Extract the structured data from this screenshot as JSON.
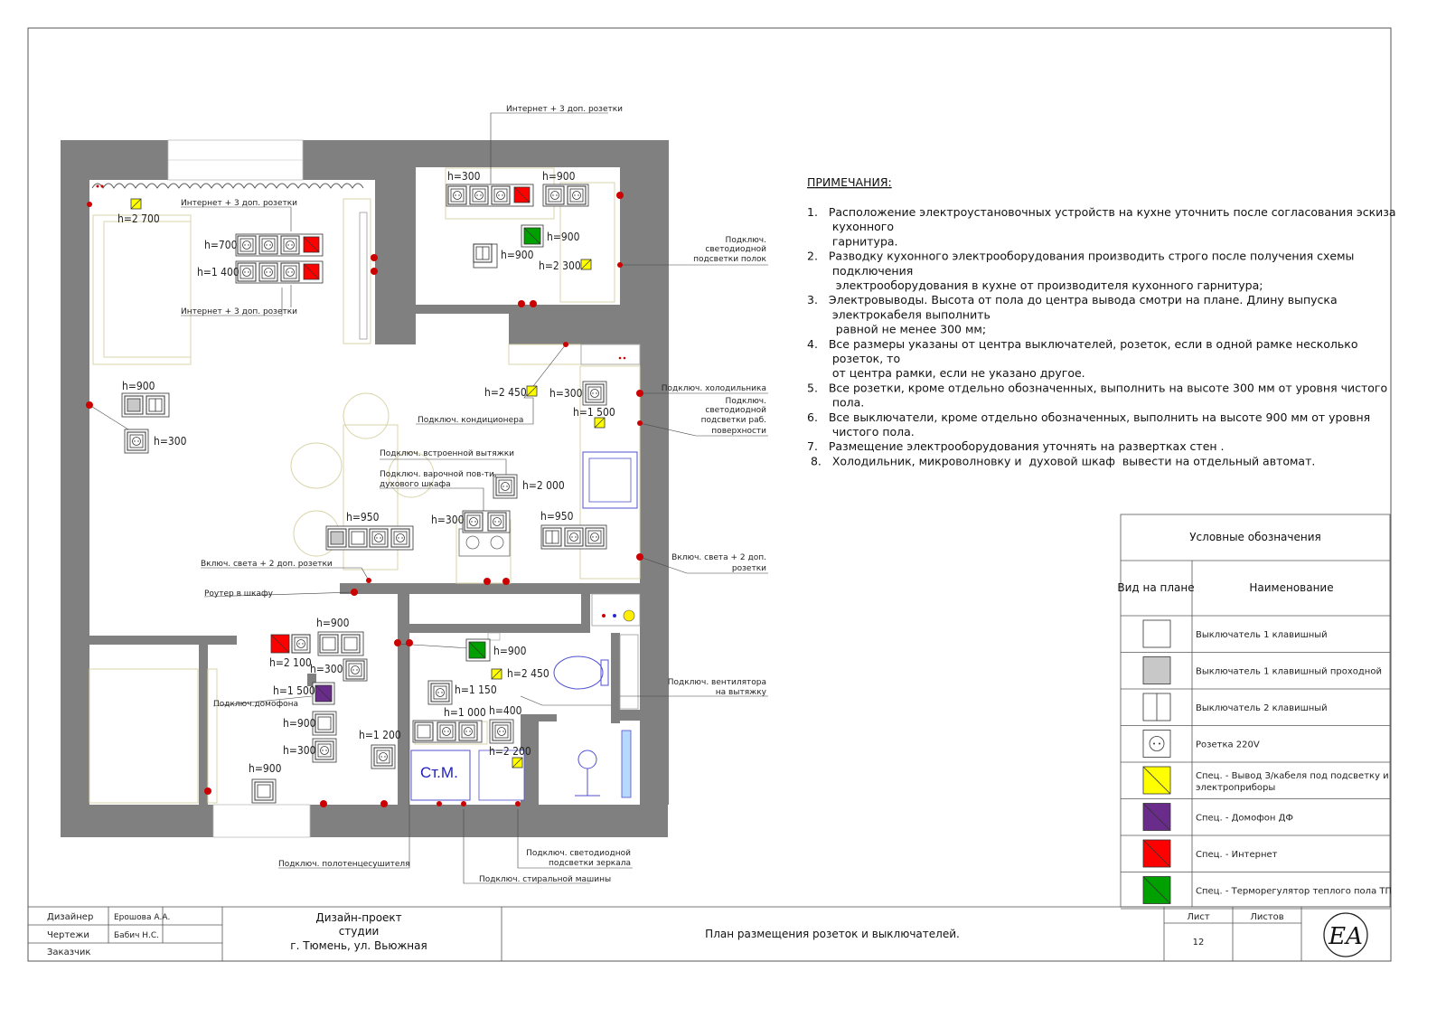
{
  "notes": {
    "title": "ПРИМЕЧАНИЯ:",
    "lines": [
      "1.   Расположение электроустановочных устройств на кухне уточнить после согласования эскиза",
      "       кухонного",
      "       гарнитура.",
      "2.   Разводку кухонного электрооборудования производить строго после получения схемы",
      "       подключения",
      "        электрооборудования в кухне от производителя кухонного гарнитура;",
      "3.   Электровыводы. Высота от пола до центра вывода смотри на плане. Длину выпуска",
      "       электрокабеля выполнить",
      "        равной не менее 300 мм;",
      "4.   Все размеры указаны от центра выключателей, розеток, если в одной рамке несколько",
      "       розеток, то",
      "       от центра рамки, если не указано другое.",
      "5.   Все розетки, кроме отдельно обозначенных, выполнить на высоте 300 мм от уровня чистого",
      "       пола.",
      "6.   Все выключатели, кроме отдельно обозначенных, выполнить на высоте 900 мм от уровня",
      "       чистого пола.",
      "7.   Размещение электрооборудования уточнять на развертках стен .",
      " 8.   Холодильник, микроволновку и  духовой шкаф  вывести на отдельный автомат."
    ]
  },
  "legend": {
    "title": "Условные обозначения",
    "col_view": "Вид на плане",
    "col_name": "Наименование",
    "items": [
      {
        "name": "Выключатель 1 клавишный",
        "symbol": "switch1",
        "fill": "#ffffff"
      },
      {
        "name": "Выключатель 1 клавишный проходной",
        "symbol": "switch1p",
        "fill": "#c8c8c8"
      },
      {
        "name": "Выключатель 2 клавишный",
        "symbol": "switch2",
        "fill": "#ffffff"
      },
      {
        "name": "Розетка 220V",
        "symbol": "socket",
        "fill": "#ffffff"
      },
      {
        "name": "Спец. - Вывод З/кабеля под подсветку и электроприборы",
        "name2": "электроприборы",
        "symbol": "special",
        "fill": "#ffff00"
      },
      {
        "name": "Спец. - Домофон ДФ",
        "symbol": "special",
        "fill": "#6a2c8a"
      },
      {
        "name": "Спец. - Интернет",
        "symbol": "special",
        "fill": "#ff0000"
      },
      {
        "name": "Спец. - Терморегулятор теплого пола ТП",
        "symbol": "special",
        "fill": "#00a000"
      }
    ]
  },
  "titleblock": {
    "role1": "Дизайнер",
    "name1": "Ерошова А.А.",
    "role2": "Чертежи",
    "name2": "Бабич Н.С.",
    "role3": "Заказчик",
    "project_l1": "Дизайн-проект",
    "project_l2": "студии",
    "project_l3": "г. Тюмень, ул. Вьюжная",
    "sheet_title": "План размещения розеток и выключателей.",
    "list_label": "Лист",
    "lists_label": "Листов",
    "sheet_no": "12",
    "logo": "EA"
  },
  "labels": {
    "top_internet": "Интернет + 3 доп. розетки",
    "living_internet1": "Интернет + 3 доп. розетки",
    "living_internet2": "Интернет + 3 доп. розетки",
    "h2700": "h=2 700",
    "h700": "h=700",
    "h1400": "h=1 400",
    "k_h300": "h=300",
    "k_h900": "h=900",
    "k_h900b": "h=900",
    "k_h900c": "h=900",
    "k_h2300": "h=2 300",
    "shelf_light": [
      "Подключ.",
      "светодиодной",
      "подсветки полок"
    ],
    "l_h900": "h=900",
    "l_h300": "h=300",
    "h2450": "h=2 450",
    "ac": "Подключ. кондиционера",
    "fridge_h300": "h=300",
    "fridge": "Подключ. холодильника",
    "work_light": [
      "Подключ.",
      "светодиодной",
      "подсветки раб.",
      "поверхности"
    ],
    "h1500": "h=1 500",
    "hood": "Подключ. встроенной вытяжки",
    "cooktop": [
      "Подключ. варочной пов-ти,",
      "духового шкафа"
    ],
    "h2000": "h=2 000",
    "c_h950": "h=950",
    "c_h300": "h=300",
    "r_h950": "h=950",
    "light_left": "Включ. света + 2 доп. розетки",
    "light_right": [
      "Включ. света + 2 доп.",
      "розетки"
    ],
    "router": "Роутер в шкафу",
    "hall_h900": "h=900",
    "hall_h2100": "h=2 100",
    "hall_h300": "h=300",
    "hall_h1500": "h=1 500",
    "intercom": "Подключ.домофона",
    "hall_h900b": "h=900",
    "hall_h300b": "h=300",
    "hall_h1200": "h=1 200",
    "hall_h900c": "h=900",
    "bath_h900": "h=900",
    "bath_h2450": "h=2 450",
    "fan": [
      "Подключ. вентилятора",
      "на вытяжку"
    ],
    "bath_h1150": "h=1 150",
    "bath_h1000": "h=1 000",
    "bath_h400": "h=400",
    "bath_h2200": "h=2 200",
    "washer_text": "Ст.М.",
    "towel": "Подключ. полотенцесушителя",
    "mirror": [
      "Подключ. светодиодной",
      "подсветки зеркала"
    ],
    "washer": "Подключ. стиральной машины"
  },
  "colors": {
    "wall": "#808080",
    "point": "#cc0000",
    "internet": "#ff0000",
    "special": "#ffff00",
    "intercom": "#6a2c8a",
    "thermo": "#00a000",
    "furniture": "#d8d4a8",
    "plumbing": "#5050d0"
  }
}
